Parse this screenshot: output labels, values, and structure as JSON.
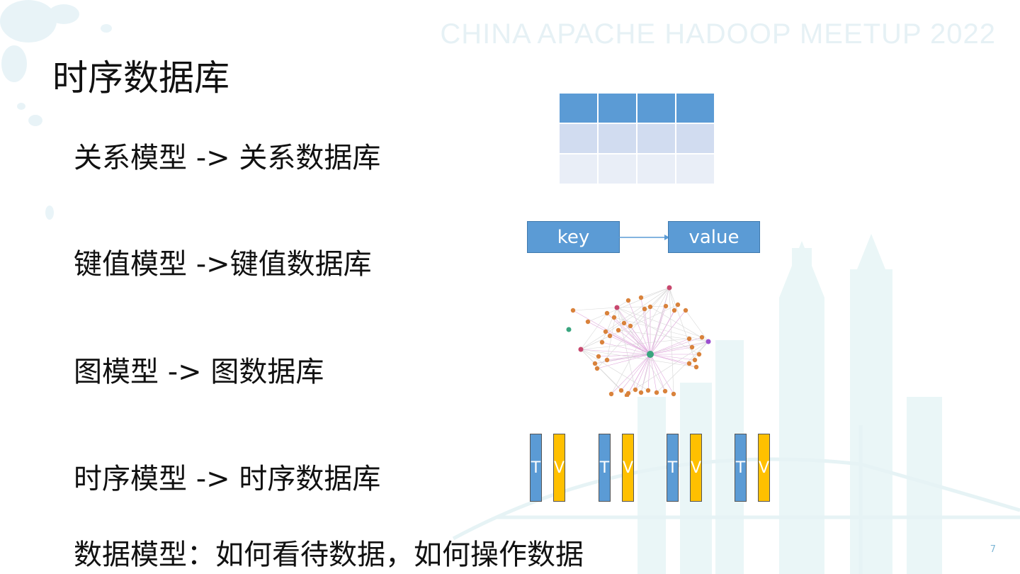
{
  "watermark": "CHINA APACHE HADOOP MEETUP 2022",
  "title": "时序数据库",
  "lines": [
    "关系模型 -> 关系数据库",
    "键值模型 ->键值数据库",
    "图模型 -> 图数据库",
    "时序模型 -> 时序数据库",
    "数据模型：如何看待数据，如何操作数据"
  ],
  "kv": {
    "key": "key",
    "value": "value"
  },
  "tv_pairs": [
    {
      "t": "T",
      "v": "V"
    },
    {
      "t": "T",
      "v": "V"
    },
    {
      "t": "T",
      "v": "V"
    },
    {
      "t": "T",
      "v": "V"
    }
  ],
  "page_number": "7",
  "colors": {
    "blue": "#5b9bd5",
    "yellow": "#ffc000",
    "node_orange": "#d9823b",
    "node_pink": "#c8486e",
    "node_purple": "#9b4fcf",
    "node_green": "#3aa57f"
  }
}
